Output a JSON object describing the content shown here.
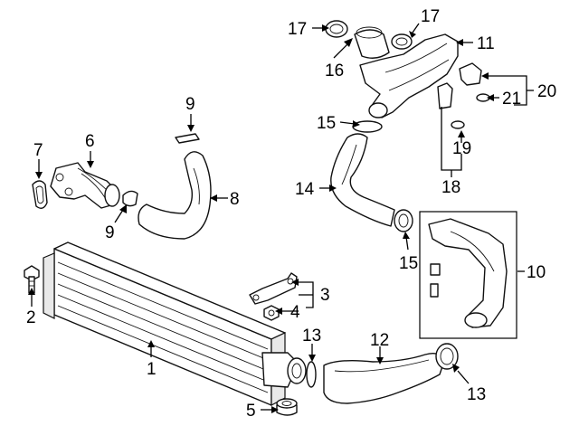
{
  "diagram": {
    "callouts": [
      "1",
      "2",
      "3",
      "4",
      "5",
      "6",
      "7",
      "8",
      "9",
      "9",
      "10",
      "11",
      "12",
      "13",
      "13",
      "14",
      "15",
      "15",
      "16",
      "17",
      "17",
      "18",
      "19",
      "20",
      "21"
    ]
  }
}
